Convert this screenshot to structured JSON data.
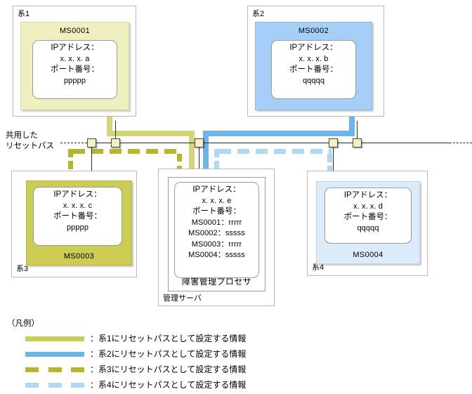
{
  "diagram": {
    "bus_caption_line1": "共用した",
    "bus_caption_line2": "リセットパス"
  },
  "systems": [
    {
      "frame_label": "系1",
      "node_name": "MS0001",
      "card": {
        "l1": "IPアドレス：",
        "l2": "x. x. x. a",
        "l3": "ポート番号：",
        "l4": "ppppp"
      }
    },
    {
      "frame_label": "系2",
      "node_name": "MS0002",
      "card": {
        "l1": "IPアドレス：",
        "l2": "x. x. x. b",
        "l3": "ポート番号：",
        "l4": "qqqqq"
      }
    },
    {
      "frame_label": "系3",
      "node_name": "MS0003",
      "card": {
        "l1": "IPアドレス：",
        "l2": "x. x. x. c",
        "l3": "ポート番号：",
        "l4": "ppppp"
      }
    },
    {
      "frame_label": "系4",
      "node_name": "MS0004",
      "card": {
        "l1": "IPアドレス：",
        "l2": "x. x. x. d",
        "l3": "ポート番号：",
        "l4": "qqqqq"
      }
    }
  ],
  "server": {
    "frame_label": "管理サーバ",
    "node_name": "障害管理プロセサ",
    "card": {
      "l1": "IPアドレス：",
      "l2": "x. x. x. e",
      "l3": "ポート番号：",
      "l4": "MS0001：rrrrr",
      "l5": "MS0002：sssss",
      "l6": "MS0003：rrrrr",
      "l7": "MS0004：sssss"
    }
  },
  "legend": {
    "title": "（凡例）",
    "rows": [
      {
        "label": "：系1にリセットパスとして設定する情報",
        "style": "solid",
        "color": "#CCCC55"
      },
      {
        "label": "：系2にリセットパスとして設定する情報",
        "style": "solid",
        "color": "#6CB4EA"
      },
      {
        "label": "：系3にリセットパスとして設定する情報",
        "style": "dashed",
        "color": "#B5B52E"
      },
      {
        "label": "：系4にリセットパスとして設定する情報",
        "style": "dashed",
        "color": "#AFD8F5"
      }
    ]
  },
  "colors": {
    "sys1_fill": "#EFEFC0",
    "sys2_fill": "#A6CFF7",
    "sys3_fill": "#CCCC55",
    "sys4_fill": "#DCEBF9",
    "path1": "#D4D47A",
    "path2": "#6CB4EA",
    "path3": "#B5B52E",
    "path4": "#AFD8F5",
    "bus": "#2b2b2b",
    "connector_fill": "#F0F0C4"
  }
}
